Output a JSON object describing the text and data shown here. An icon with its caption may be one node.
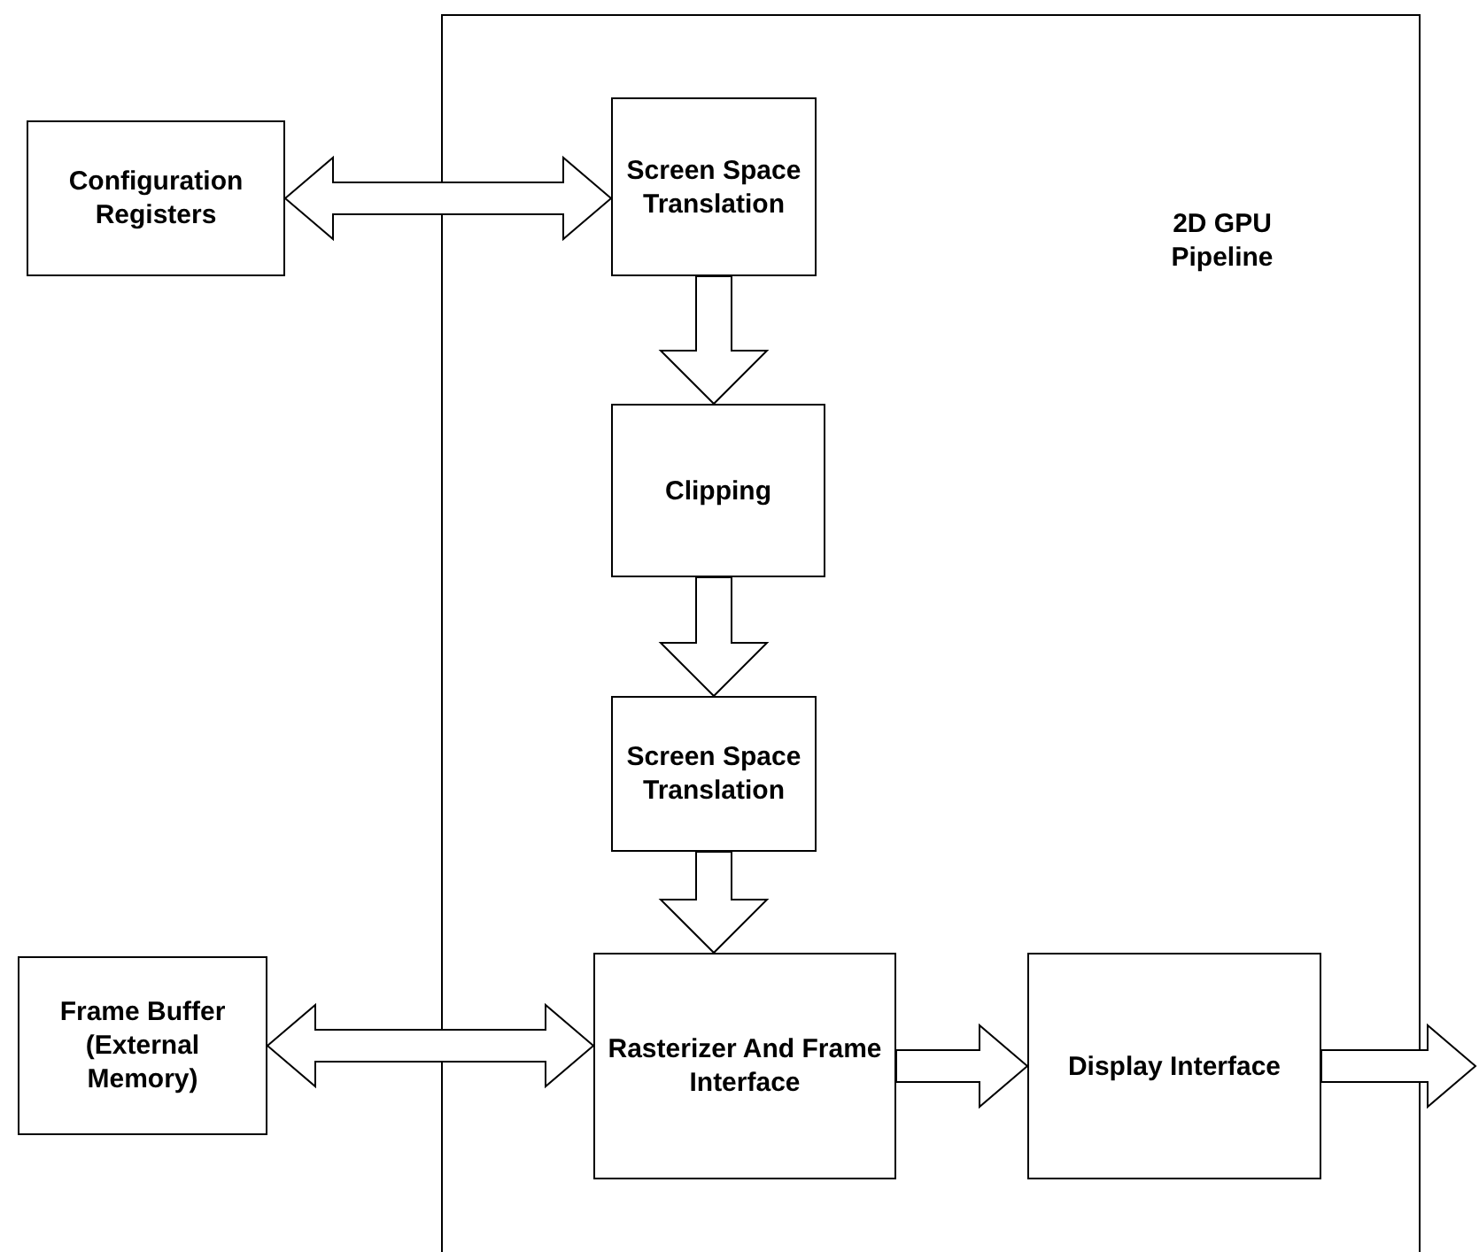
{
  "diagram": {
    "nodes": [
      {
        "text": [
          "2D GPU Pipeline"
        ]
      },
      {
        "text": [
          "Configuration Registers"
        ]
      },
      {
        "text": [
          "Screen Space Translation"
        ],
        "in": 0
      },
      {
        "text": [
          "Clipping"
        ],
        "in": 0
      },
      {
        "text": [
          "Screen Space Translation"
        ],
        "in": 0
      },
      {
        "text": [
          "Frame Buffer (External Memory)"
        ]
      },
      {
        "text": [
          "Rasterizer And Frame Interface"
        ],
        "in": 0
      },
      {
        "text": [
          "Display Interface"
        ],
        "in": 0
      }
    ],
    "edges": [
      {
        "from": 1,
        "to": 2,
        "arrow": "both"
      },
      {
        "from": 2,
        "to": 3,
        "arrow": "to"
      },
      {
        "from": 3,
        "to": 4,
        "arrow": "to"
      },
      {
        "from": 4,
        "to": 6,
        "arrow": "to"
      },
      {
        "from": 5,
        "to": 6,
        "arrow": "both"
      },
      {
        "from": 6,
        "to": 7,
        "arrow": "to"
      },
      {
        "from": 7,
        "to": null,
        "arrow": "to"
      }
    ]
  }
}
